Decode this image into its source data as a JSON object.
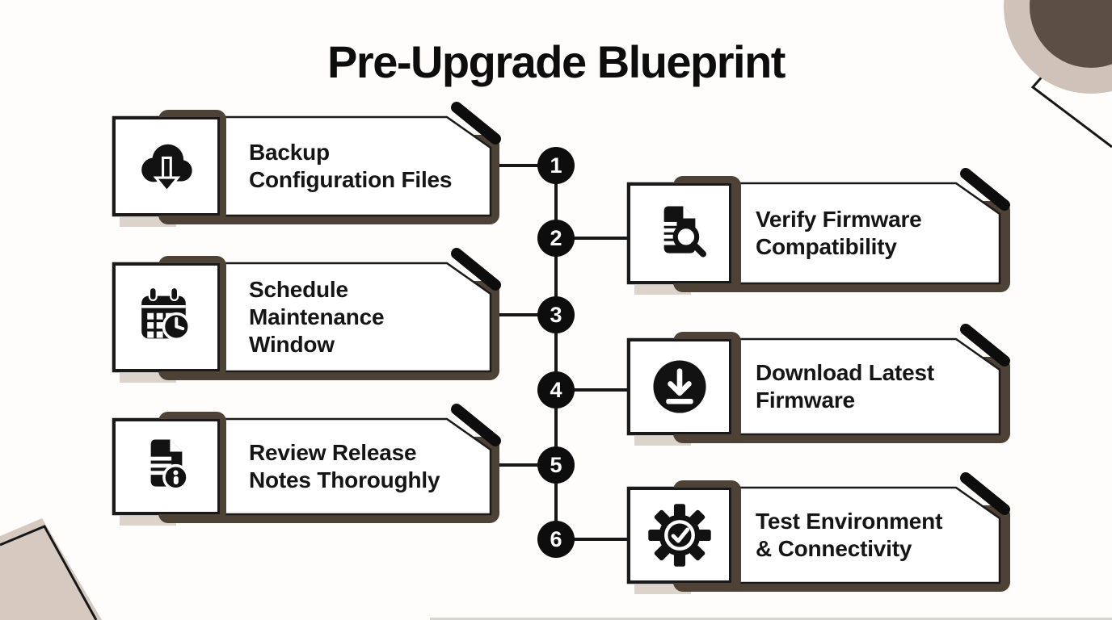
{
  "page": {
    "title": "Pre-Upgrade Blueprint"
  },
  "colors": {
    "background": "#fefdfc",
    "ink": "#121212",
    "card_face": "#ffffff",
    "card_back": "#4e4237",
    "card_border": "#1a1a1a",
    "node_black": "#0d0d0d",
    "line_black": "#171717",
    "shadow_beige": "#dcd3ca",
    "deco_ring": "#cfc2b8",
    "deco_core": "#5b4e45",
    "hex_fill": "#d6c9bf"
  },
  "steps": [
    {
      "number": "1",
      "side": "left",
      "icon": "cloud-download-icon",
      "title": "Backup Configuration Files",
      "lines": [
        "Backup",
        "Configuration Files"
      ]
    },
    {
      "number": "2",
      "side": "right",
      "icon": "document-search-icon",
      "title": "Verify Firmware Compatibility",
      "lines": [
        "Verify Firmware",
        "Compatibility"
      ]
    },
    {
      "number": "3",
      "side": "left",
      "icon": "calendar-clock-icon",
      "title": "Schedule Maintenance Window",
      "lines": [
        "Schedule",
        "Maintenance",
        "Window"
      ]
    },
    {
      "number": "4",
      "side": "right",
      "icon": "download-circle-icon",
      "title": "Download Latest Firmware",
      "lines": [
        "Download Latest",
        "Firmware"
      ]
    },
    {
      "number": "5",
      "side": "left",
      "icon": "document-info-icon",
      "title": "Review Release Notes Thoroughly",
      "lines": [
        "Review Release",
        "Notes Thoroughly"
      ]
    },
    {
      "number": "6",
      "side": "right",
      "icon": "gear-check-icon",
      "title": "Test Environment & Connectivity",
      "lines": [
        "Test Environment",
        "& Connectivity"
      ]
    }
  ]
}
